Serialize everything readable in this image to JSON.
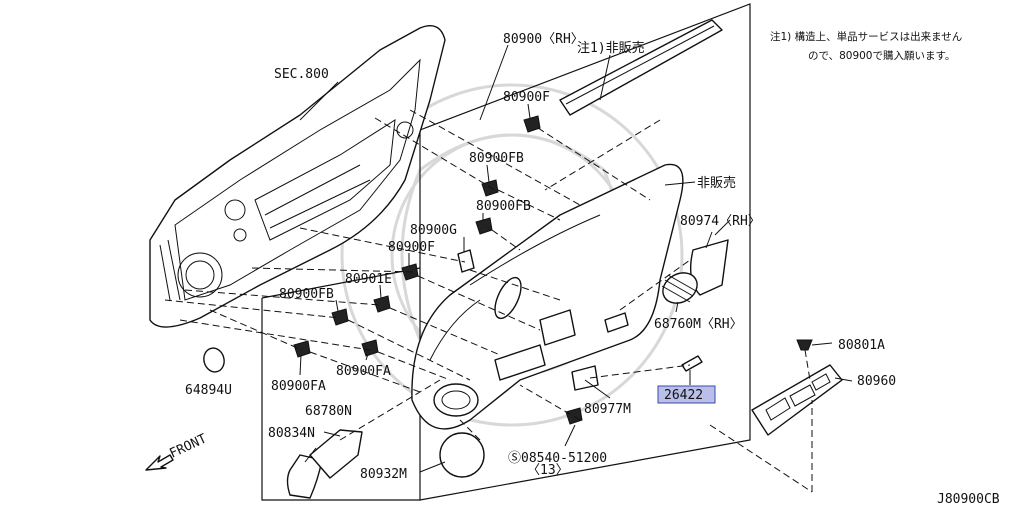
{
  "diagram_code": "J80900CB",
  "note_lines": [
    "注1) 構造上、単品サービスは出来ません",
    "ので、80900で購入願います。"
  ],
  "labels": {
    "sec800": "SEC.800",
    "p80900rh": "80900〈RH〉",
    "note1_not_sold": "注1)非販売",
    "not_sold": "非販売",
    "p80900f_a": "80900F",
    "p80900fb_a": "80900FB",
    "p80900fb_b": "80900FB",
    "p80900g": "80900G",
    "p80900f_b": "80900F",
    "p80901e": "80901E",
    "p80900fb_c": "80900FB",
    "p80900fa_a": "80900FA",
    "p80900fa_b": "80900FA",
    "p64894u": "64894U",
    "p68780n": "68780N",
    "p80834n": "80834N",
    "p80932m": "80932M",
    "p08540": "Ⓢ08540-51200",
    "p08540_qty": "〈13〉",
    "p80977m": "80977M",
    "p26422": "26422",
    "p80974rh": "80974〈RH〉",
    "p68760mrh": "68760M〈RH〉",
    "p80801a": "80801A",
    "p80960": "80960",
    "front": "FRONT"
  }
}
